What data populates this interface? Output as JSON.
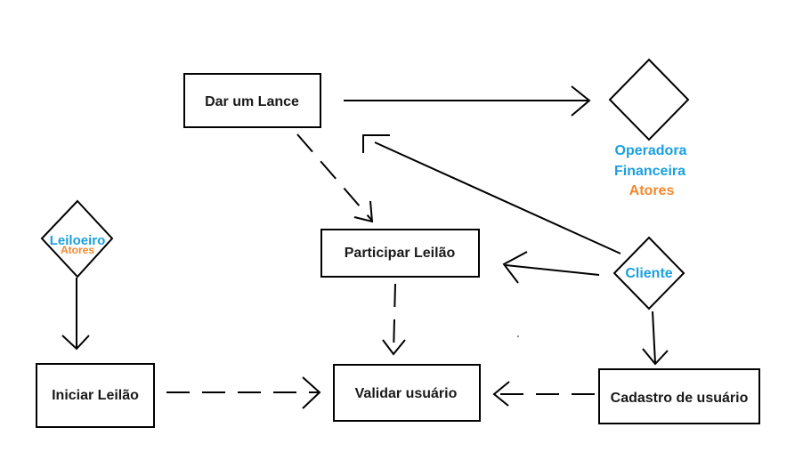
{
  "use_cases": {
    "dar_um_lance": "Dar um Lance",
    "participar_leilao": "Participar Leilão",
    "iniciar_leilao": "Iniciar Leilão",
    "validar_usuario": "Validar usuário",
    "cadastro_usuario": "Cadastro de usuário"
  },
  "actors": {
    "operadora": {
      "line1": "Operadora",
      "line2": "Financeira",
      "role": "Atores"
    },
    "leiloeiro": {
      "name": "Leiloeiro",
      "role": "Atores"
    },
    "cliente": {
      "name": "Cliente"
    }
  },
  "colors": {
    "actor_name": "#1aa0e0",
    "actor_role": "#f5872b",
    "stroke": "#000000"
  }
}
